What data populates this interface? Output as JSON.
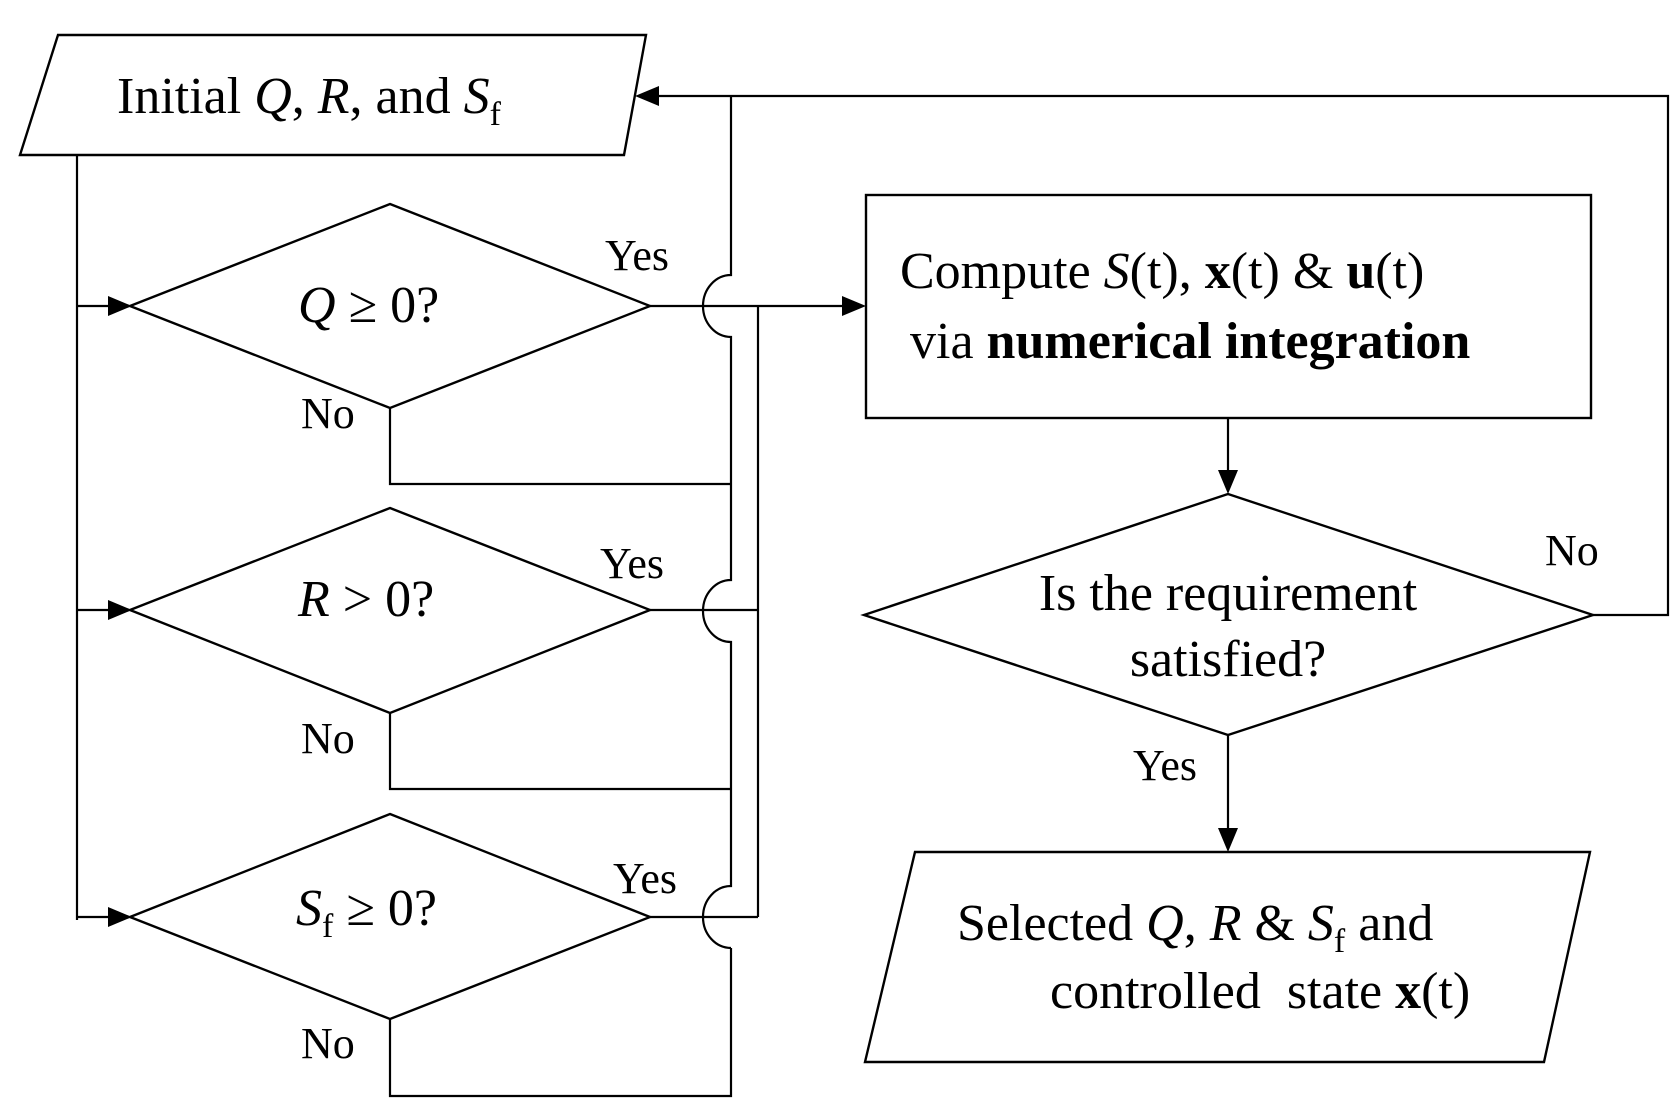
{
  "initial_box": {
    "prefix": "Initial ",
    "Q": "Q",
    "comma1": ", ",
    "R": "R",
    "and_text": ", and ",
    "S": "S",
    "sub_f": "f"
  },
  "decision_q": {
    "var": "Q",
    "rest": " ≥ 0?",
    "yes": "Yes",
    "no": "No"
  },
  "decision_r": {
    "var": "R",
    "rest": " > 0?",
    "yes": "Yes",
    "no": "No"
  },
  "decision_sf": {
    "var": "S",
    "sub": "f",
    "rest": " ≥ 0?",
    "yes": "Yes",
    "no": "No"
  },
  "compute_box": {
    "line1_prefix": "Compute ",
    "S": "S",
    "t1": "(t)",
    "comma": ", ",
    "x": "x",
    "t2": "(t)",
    "amp": " & ",
    "u": "u",
    "t3": "(t)",
    "line2_prefix": "via ",
    "line2_bold": "numerical integration"
  },
  "requirement": {
    "line1": "Is the requirement",
    "line2": "satisfied?",
    "no": "No",
    "yes": "Yes"
  },
  "output_box": {
    "line1_prefix": "Selected ",
    "Q": "Q",
    "comma": ", ",
    "R": "R",
    "amp": " & ",
    "S": "S",
    "sub_f": "f",
    "and_text": " and",
    "line2_prefix": "controlled  state ",
    "x": "x",
    "t": "(t)"
  }
}
